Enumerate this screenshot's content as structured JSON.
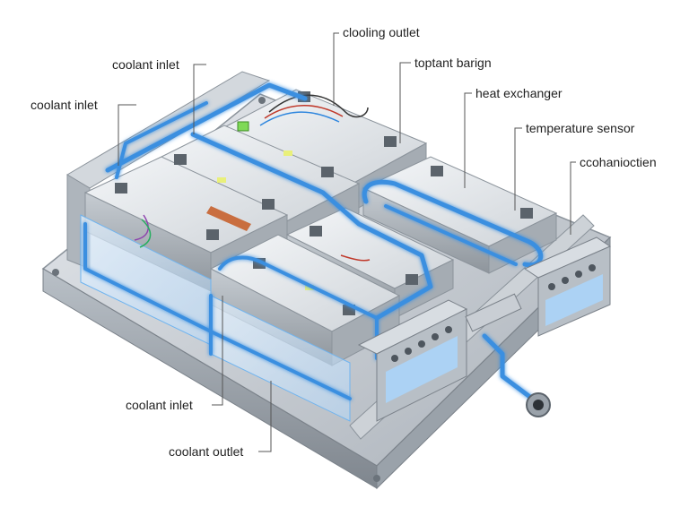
{
  "callouts": {
    "cooling_outlet": "clooling outlet",
    "coolant_inlet_upper": "coolant inlet",
    "toptant_barign": "toptant barign",
    "coolant_inlet_left": "coolant inlet",
    "heat_exchanger": "heat exchanger",
    "temperature_sensor": "temperature sensor",
    "ccohaniocten": "ccohanioctien",
    "coolant_inlet_lower": "coolant inlet",
    "coolant_outlet": "coolant outlet"
  },
  "colors": {
    "coolant_blue": "#3a8fe0",
    "coolant_glow": "#9fd2ff",
    "aluminum": "#c9ced4",
    "aluminum_dark": "#8d949c",
    "module_top": "#e9ecef",
    "terminal_green": "#7fd957",
    "copper": "#c7622e",
    "leader_line": "#555555"
  }
}
